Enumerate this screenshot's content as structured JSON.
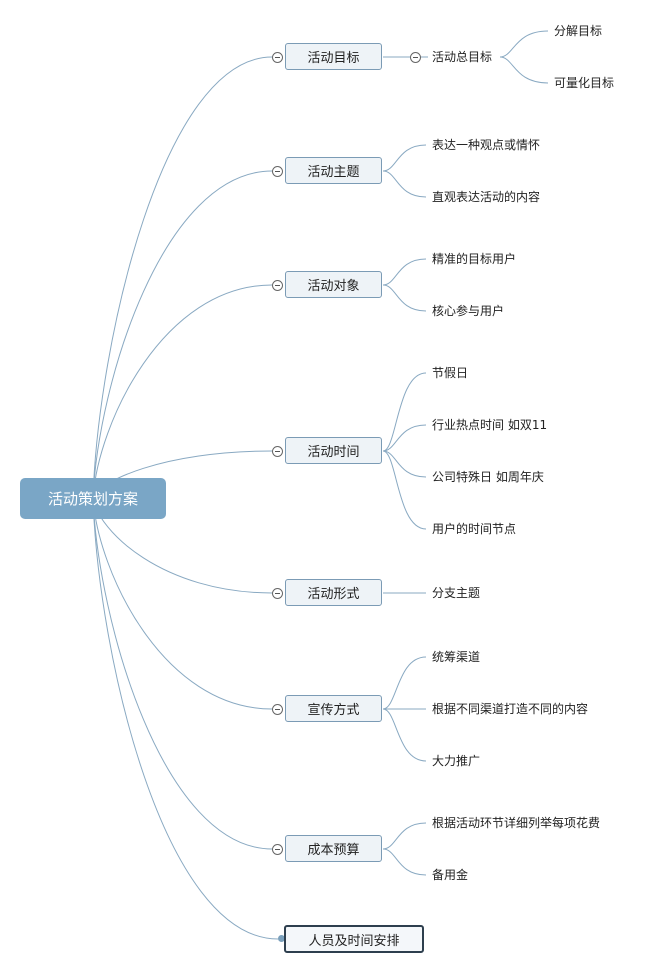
{
  "colors": {
    "root_fill": "#7aa6c6",
    "link_stroke": "#89a9c2",
    "branch_fill": "#eef3f7"
  },
  "root": {
    "label": "活动策划方案"
  },
  "branches": [
    {
      "label": "活动目标",
      "subtopic": {
        "label": "活动总目标",
        "children": [
          "分解目标",
          "可量化目标"
        ]
      }
    },
    {
      "label": "活动主题",
      "children": [
        "表达一种观点或情怀",
        "直观表达活动的内容"
      ]
    },
    {
      "label": "活动对象",
      "children": [
        "精准的目标用户",
        "核心参与用户"
      ]
    },
    {
      "label": "活动时间",
      "children": [
        "节假日",
        "行业热点时间 如双11",
        "公司特殊日 如周年庆",
        "用户的时间节点"
      ]
    },
    {
      "label": "活动形式",
      "children": [
        "分支主题"
      ]
    },
    {
      "label": "宣传方式",
      "children": [
        "统筹渠道",
        "根据不同渠道打造不同的内容",
        "大力推广"
      ]
    },
    {
      "label": "成本预算",
      "children": [
        "根据活动环节详细列举每项花费",
        "备用金"
      ]
    },
    {
      "label": "人员及时间安排",
      "children": []
    }
  ]
}
